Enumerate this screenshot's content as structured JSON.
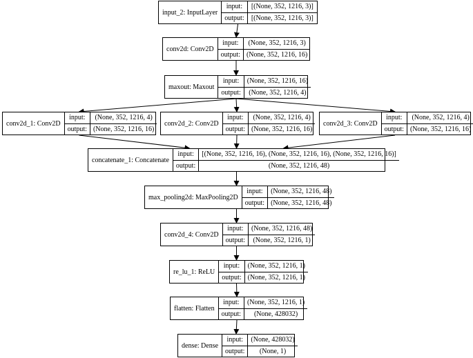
{
  "nodes": {
    "input_2": {
      "name": "input_2: InputLayer",
      "in_label": "input:",
      "out_label": "output:",
      "input": "[(None, 352, 1216, 3)]",
      "output": "[(None, 352, 1216, 3)]"
    },
    "conv2d": {
      "name": "conv2d: Conv2D",
      "in_label": "input:",
      "out_label": "output:",
      "input": "(None, 352, 1216, 3)",
      "output": "(None, 352, 1216, 16)"
    },
    "maxout": {
      "name": "maxout: Maxout",
      "in_label": "input:",
      "out_label": "output:",
      "input": "(None, 352, 1216, 16)",
      "output": "(None, 352, 1216, 4)"
    },
    "conv2d_1": {
      "name": "conv2d_1: Conv2D",
      "in_label": "input:",
      "out_label": "output:",
      "input": "(None, 352, 1216, 4)",
      "output": "(None, 352, 1216, 16)"
    },
    "conv2d_2": {
      "name": "conv2d_2: Conv2D",
      "in_label": "input:",
      "out_label": "output:",
      "input": "(None, 352, 1216, 4)",
      "output": "(None, 352, 1216, 16)"
    },
    "conv2d_3": {
      "name": "conv2d_3: Conv2D",
      "in_label": "input:",
      "out_label": "output:",
      "input": "(None, 352, 1216, 4)",
      "output": "(None, 352, 1216, 16)"
    },
    "concatenate_1": {
      "name": "concatenate_1: Concatenate",
      "in_label": "input:",
      "out_label": "output:",
      "input": "[(None, 352, 1216, 16), (None, 352, 1216, 16), (None, 352, 1216, 16)]",
      "output": "(None, 352, 1216, 48)"
    },
    "max_pooling2d": {
      "name": "max_pooling2d: MaxPooling2D",
      "in_label": "input:",
      "out_label": "output:",
      "input": "(None, 352, 1216, 48)",
      "output": "(None, 352, 1216, 48)"
    },
    "conv2d_4": {
      "name": "conv2d_4: Conv2D",
      "in_label": "input:",
      "out_label": "output:",
      "input": "(None, 352, 1216, 48)",
      "output": "(None, 352, 1216, 1)"
    },
    "re_lu_1": {
      "name": "re_lu_1: ReLU",
      "in_label": "input:",
      "out_label": "output:",
      "input": "(None, 352, 1216, 1)",
      "output": "(None, 352, 1216, 1)"
    },
    "flatten": {
      "name": "flatten: Flatten",
      "in_label": "input:",
      "out_label": "output:",
      "input": "(None, 352, 1216, 1)",
      "output": "(None, 428032)"
    },
    "dense": {
      "name": "dense: Dense",
      "in_label": "input:",
      "out_label": "output:",
      "input": "(None, 428032)",
      "output": "(None, 1)"
    }
  },
  "edges": [
    [
      "input_2",
      "conv2d"
    ],
    [
      "conv2d",
      "maxout"
    ],
    [
      "maxout",
      "conv2d_1"
    ],
    [
      "maxout",
      "conv2d_2"
    ],
    [
      "maxout",
      "conv2d_3"
    ],
    [
      "conv2d_1",
      "concatenate_1"
    ],
    [
      "conv2d_2",
      "concatenate_1"
    ],
    [
      "conv2d_3",
      "concatenate_1"
    ],
    [
      "concatenate_1",
      "max_pooling2d"
    ],
    [
      "max_pooling2d",
      "conv2d_4"
    ],
    [
      "conv2d_4",
      "re_lu_1"
    ],
    [
      "re_lu_1",
      "flatten"
    ],
    [
      "flatten",
      "dense"
    ]
  ]
}
